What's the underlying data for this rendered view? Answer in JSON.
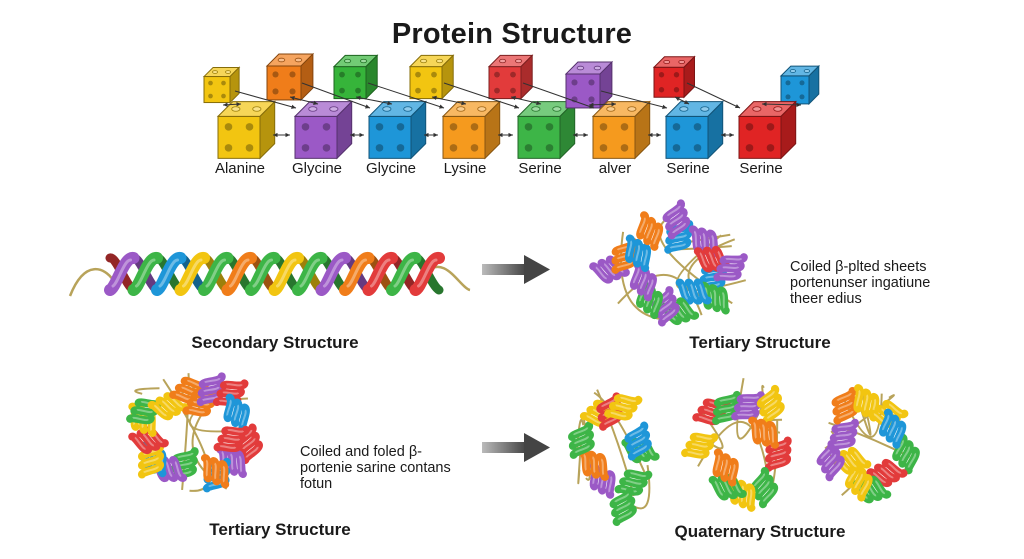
{
  "title": "Protein Structure",
  "amino_acids": [
    {
      "label": "Alanine",
      "color": "#f2c511",
      "top_color": "#f2c511"
    },
    {
      "label": "Glycine",
      "color": "#9b59c6",
      "top_color": "#f07d1a"
    },
    {
      "label": "Glycine",
      "color": "#1e96d8",
      "top_color": "#36b43a"
    },
    {
      "label": "Lysine",
      "color": "#f59a1e",
      "top_color": "#f2c511"
    },
    {
      "label": "Serine",
      "color": "#3db547",
      "top_color": "#e23b3b"
    },
    {
      "label": "alver",
      "color": "#f59a1e",
      "top_color": "#9b59c6"
    },
    {
      "label": "Serine",
      "color": "#1e96d8",
      "top_color": "#e02424"
    },
    {
      "label": "Serine",
      "color": "#e02424",
      "top_color": "#1e96d8"
    }
  ],
  "panels": {
    "secondary": {
      "label": "Secondary Structure"
    },
    "tertiary_top": {
      "label": "Tertiary Structure",
      "note_lines": [
        "Coiled β-plted sheets",
        "portenunser ingatiune",
        "theer edius"
      ]
    },
    "tertiary_bottom": {
      "label": "Tertiary Structure",
      "note_lines": [
        "Coiled and foled β-",
        "portenie sarine contans",
        "fotun"
      ]
    },
    "quaternary": {
      "label": "Quaternary Structure"
    }
  },
  "ribbon_colors": [
    "#e23b3b",
    "#3db547",
    "#1e96d8",
    "#f2c511",
    "#9b59c6",
    "#f07d1a"
  ],
  "arrow_color": "#555555"
}
